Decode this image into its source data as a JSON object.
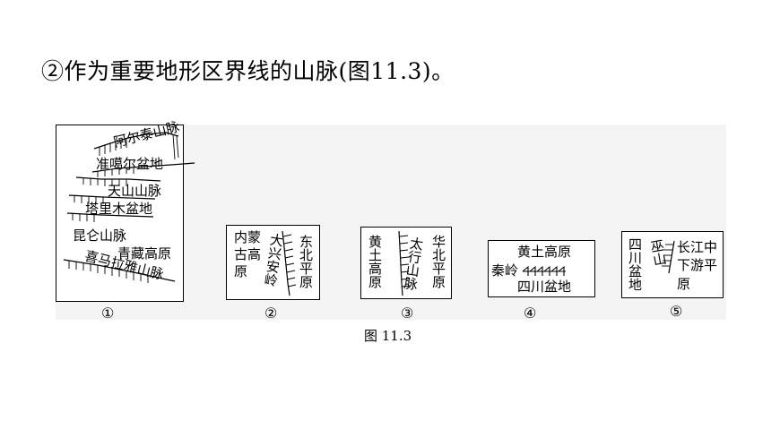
{
  "heading": "②作为重要地形区界线的山脉(图11.3)。",
  "caption": "图 11.3",
  "panels": [
    {
      "number": "①",
      "labels": {
        "altai": "阿尔泰山脉",
        "junggar": "准噶尔盆地",
        "tianshan": "天山山脉",
        "tarim": "塔里木盆地",
        "kunlun": "昆仑山脉",
        "qingzang": "青藏高原",
        "himalaya": "喜马拉雅山脉"
      }
    },
    {
      "number": "②",
      "labels": {
        "left_col1": "内蒙",
        "left_col2": "古高",
        "left_col3": "原",
        "mountain": "大兴安岭",
        "right": "东北平原"
      }
    },
    {
      "number": "③",
      "labels": {
        "left": "黄土高原",
        "mountain": "太行山脉",
        "right": "华北平原"
      }
    },
    {
      "number": "④",
      "labels": {
        "top": "黄土高原",
        "mountain": "秦岭",
        "bottom": "四川盆地"
      }
    },
    {
      "number": "⑤",
      "labels": {
        "left": "四川盆地",
        "mountain": "巫山",
        "right_row1": "长江中",
        "right_row2": "下游平",
        "right_row3": "原"
      }
    }
  ]
}
